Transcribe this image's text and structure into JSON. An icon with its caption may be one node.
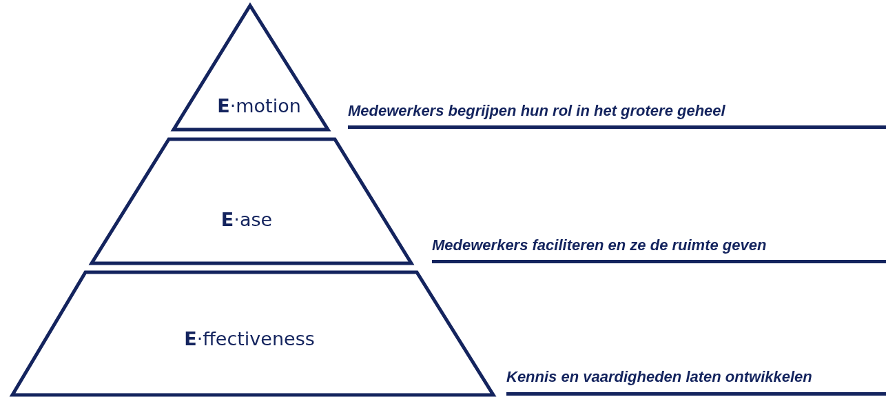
{
  "diagram": {
    "nodes": [
      {
        "text": [
          "**E**·motion"
        ],
        "beside": [
          "Medewerkers begrijpen hun rol in het grotere geheel"
        ]
      },
      {
        "text": [
          "**E**·ase"
        ],
        "beside": [
          "Medewerkers faciliteren en ze de ruimte geven"
        ]
      },
      {
        "text": [
          "**E**·ffectiveness"
        ],
        "beside": [
          "Kennis en vaardigheden laten ontwikkelen"
        ]
      }
    ],
    "edges": []
  }
}
